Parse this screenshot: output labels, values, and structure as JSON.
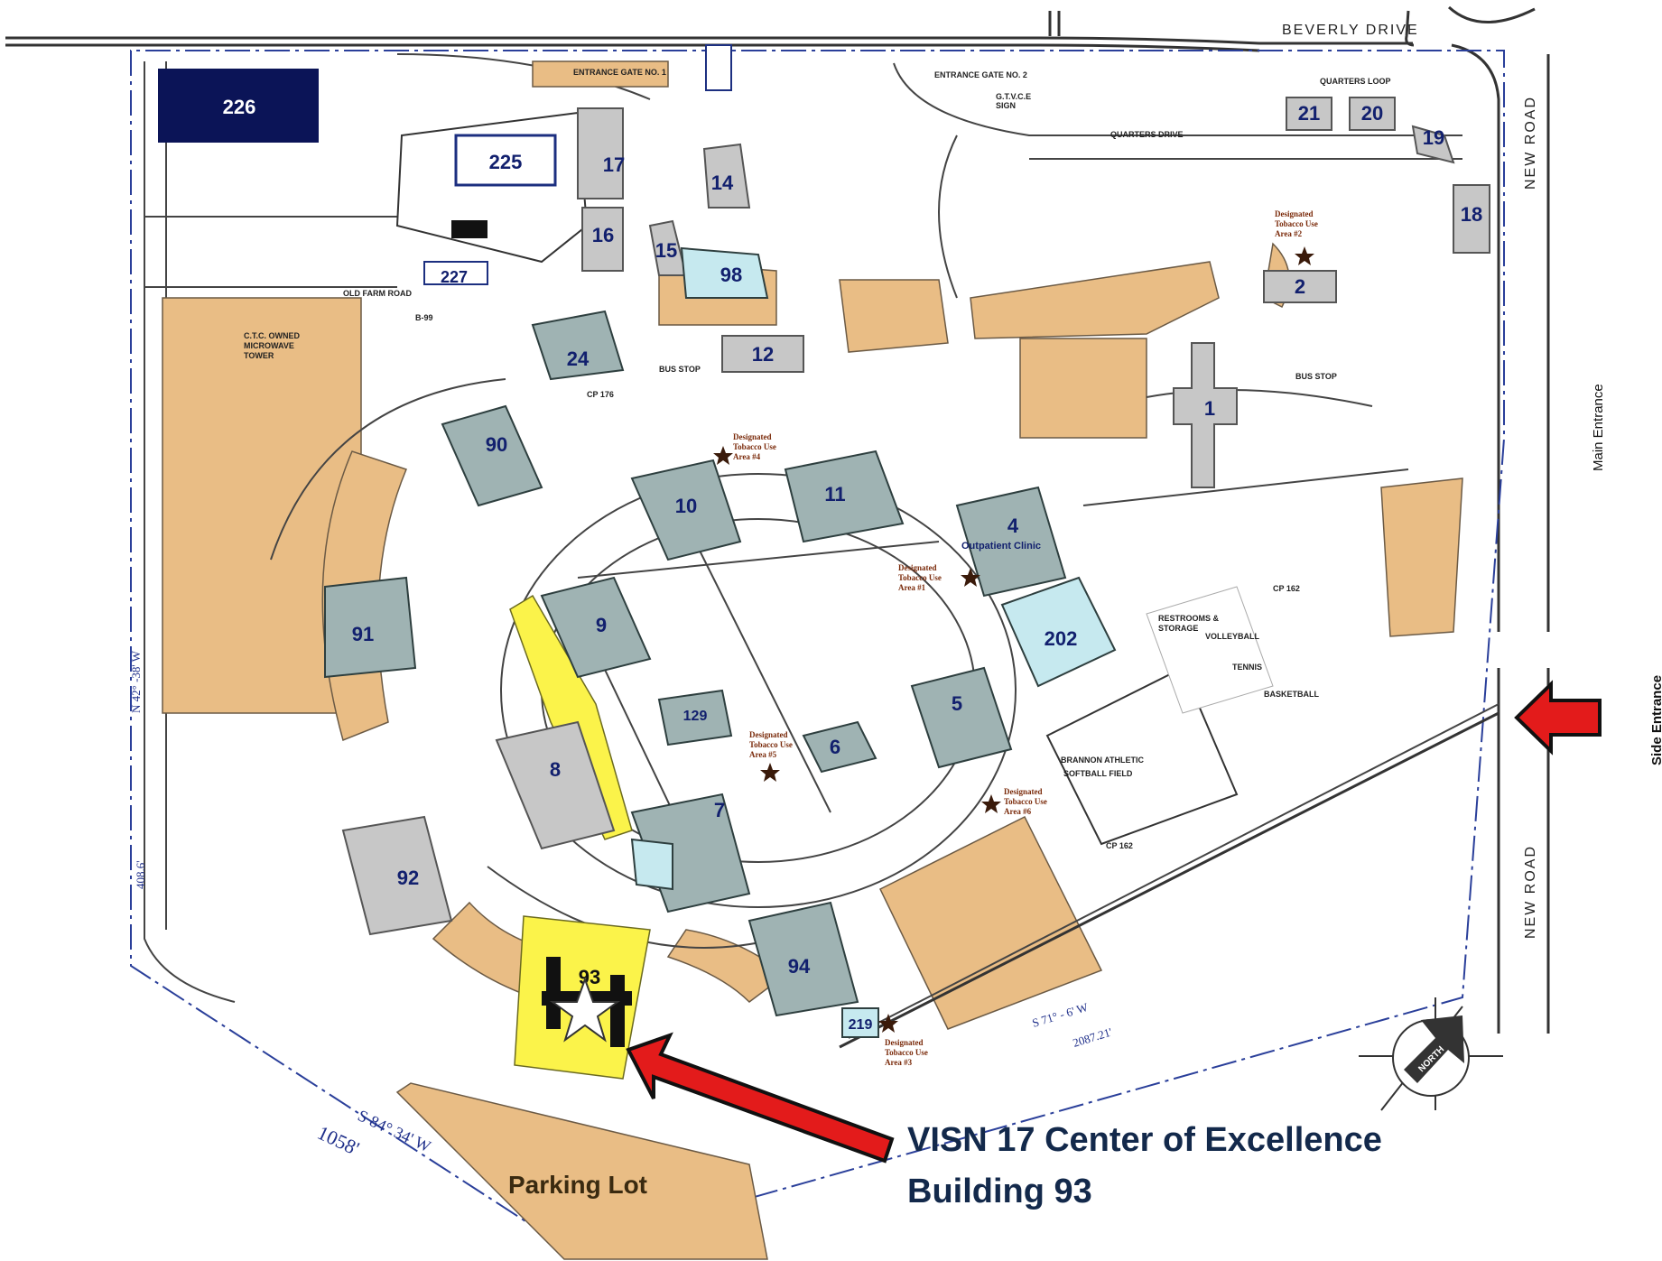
{
  "roads": {
    "beverly_drive": "BEVERLY DRIVE",
    "new_road_top": "NEW ROAD",
    "new_road_bottom": "NEW ROAD",
    "quarters_drive": "QUARTERS DRIVE",
    "quarters_loop": "QUARTERS LOOP",
    "entrance_gate_1": "ENTRANCE GATE NO. 1",
    "entrance_gate_2": "ENTRANCE GATE NO. 2",
    "old_farm_road": "OLD FARM ROAD"
  },
  "entrances": {
    "main": "Main Entrance",
    "side": "Side Entrance"
  },
  "buildings": {
    "b226": "226",
    "b225": "225",
    "b17": "17",
    "b14": "14",
    "b16": "16",
    "b15": "15",
    "b98": "98",
    "b227": "227",
    "b24": "24",
    "b12": "12",
    "b2": "2",
    "b1": "1",
    "b21": "21",
    "b20": "20",
    "b19": "19",
    "b18": "18",
    "b90": "90",
    "b10": "10",
    "b11": "11",
    "b4": "4",
    "b202": "202",
    "b9": "9",
    "b91": "91",
    "b129": "129",
    "b5": "5",
    "b6": "6",
    "b8": "8",
    "b7": "7",
    "b92": "92",
    "b93": "93",
    "b94": "94",
    "b219": "219"
  },
  "labels": {
    "outpatient_clinic": "Outpatient Clinic",
    "athletic_field_1": "BRANNON ATHLETIC",
    "athletic_field_2": "SOFTBALL FIELD",
    "volleyball": "VOLLEYBALL",
    "tennis": "TENNIS",
    "basketball": "BASKETBALL",
    "restrooms_1": "RESTROOMS &",
    "restrooms_2": "STORAGE",
    "cp162_a": "CP 162",
    "cp162_b": "CP 162",
    "cp176": "CP 176",
    "bus_stop_1": "BUS STOP",
    "bus_stop_2": "BUS STOP",
    "microwave_1": "C.T.C. OWNED",
    "microwave_2": "MICROWAVE",
    "microwave_3": "TOWER",
    "gate_sign_1": "G.T.V.C.E",
    "gate_sign_2": "SIGN",
    "b99": "B-99"
  },
  "tobacco": {
    "line1": "Designated",
    "line2": "Tobacco Use",
    "area1": "Area #1",
    "area2": "Area #2",
    "area3": "Area #3",
    "area4": "Area #4",
    "area5": "Area #5",
    "area6": "Area #6"
  },
  "survey": {
    "north_bearing": "N 42° -38' W",
    "north_len": "408.6'",
    "south_bearing": "S 84° 34' W",
    "south_len": "1058'",
    "se_bearing": "S 71° - 6' W",
    "se_len": "2087.21'"
  },
  "compass": "NORTH",
  "parking_lot": "Parking Lot",
  "callout": {
    "line1": "VISN 17 Center of Excellence",
    "line2": "Building 93"
  },
  "colors": {
    "parking": "#e9bd85",
    "building": "#9fb3b3",
    "highlight": "#fbf34a",
    "arrow": "#e31b1b",
    "navy_block": "#0b1457",
    "callout_text": "#13294b"
  },
  "icons": {
    "star": "star-icon",
    "arrow": "red-arrow-icon",
    "compass": "north-arrow-icon"
  }
}
